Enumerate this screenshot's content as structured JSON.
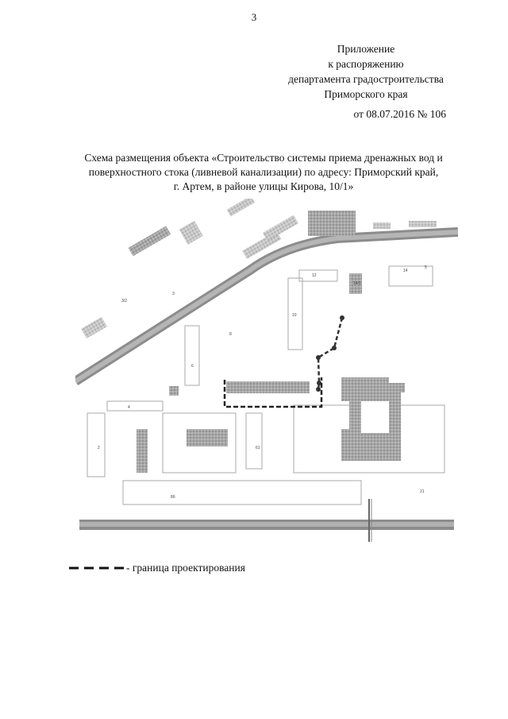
{
  "page_number": "3",
  "appendix": {
    "line1": "Приложение",
    "line2": "к распоряжению",
    "line3": "департамента градостроительства",
    "line4": "Приморского края"
  },
  "order": "от 08.07.2016 № 106",
  "title": {
    "line1": "Схема размещения объекта «Строительство системы приема дренажных вод и",
    "line2": "поверхностного стока (ливневой канализации) по адресу: Приморский край,",
    "line3": "г. Артем, в районе улицы Кирова, 10/1»"
  },
  "map_labels": [
    "3/2",
    "3",
    "4",
    "6",
    "8",
    "10",
    "12",
    "14",
    "14/1",
    "2",
    "61",
    "8б",
    "21",
    "5"
  ],
  "legend": {
    "label": "- граница проектирования"
  }
}
